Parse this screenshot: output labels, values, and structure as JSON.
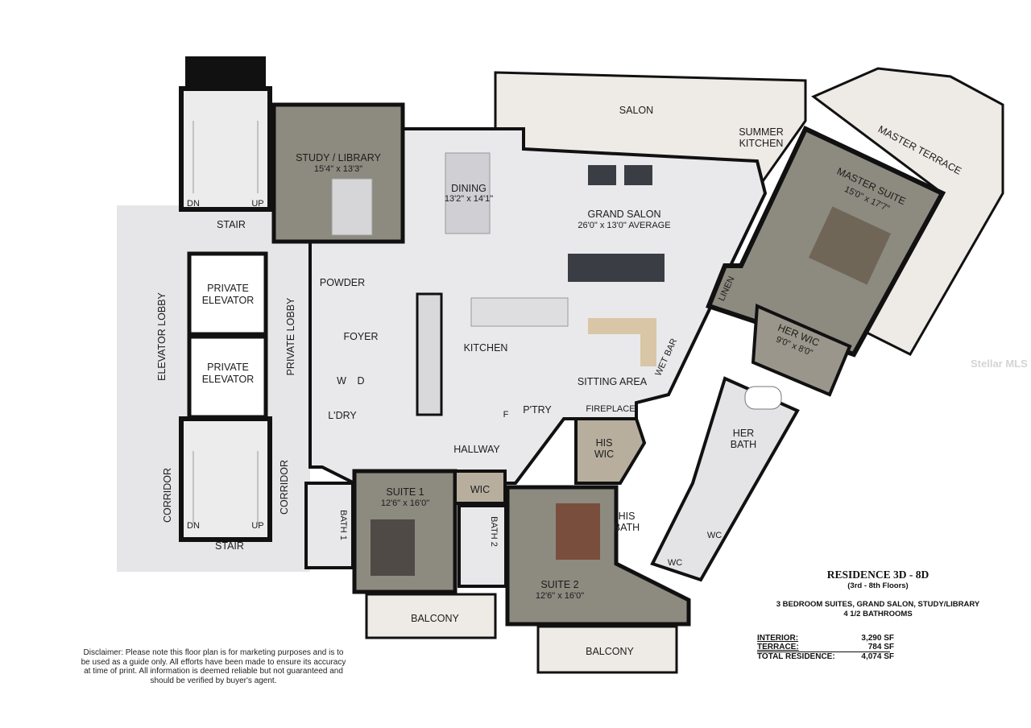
{
  "rooms": {
    "salon": "SALON",
    "summer_kitchen_1": "SUMMER",
    "summer_kitchen_2": "KITCHEN",
    "master_terrace": "MASTER TERRACE",
    "master_suite": {
      "name": "MASTER SUITE",
      "dim": "15'0\" x 17'7\""
    },
    "study": {
      "name": "STUDY / LIBRARY",
      "dim": "15'4\" x 13'3\""
    },
    "dining": {
      "name": "DINING",
      "dim": "13'2\" x 14'1\""
    },
    "grand_salon": {
      "name": "GRAND SALON",
      "dim": "26'0\" x 13'0\" AVERAGE"
    },
    "stair": "STAIR",
    "stair_dn": "DN",
    "stair_up": "UP",
    "private_elevator_1": "PRIVATE",
    "private_elevator_2": "ELEVATOR",
    "elevator_lobby": "ELEVATOR LOBBY",
    "private_lobby": "PRIVATE LOBBY",
    "powder": "POWDER",
    "foyer": "FOYER",
    "kitchen": "KITCHEN",
    "sitting_area": "SITTING AREA",
    "wet_bar": "WET BAR",
    "linen": "LINEN",
    "her_wic": {
      "name": "HER WIC",
      "dim": "9'0\" x 8'0\""
    },
    "her_bath_1": "HER",
    "her_bath_2": "BATH",
    "washer": "W",
    "dryer": "D",
    "laundry": "L'DRY",
    "fridge": "F",
    "pantry": "P'TRY",
    "fireplace": "FIREPLACE",
    "his_wic_1": "HIS",
    "his_wic_2": "WIC",
    "hallway": "HALLWAY",
    "corridor": "CORRIDOR",
    "suite1": {
      "name": "SUITE 1",
      "dim": "12'6\" x 16'0\""
    },
    "wic": "WIC",
    "bath1": "BATH 1",
    "bath2": "BATH 2",
    "suite2": {
      "name": "SUITE 2",
      "dim": "12'6\" x 16'0\""
    },
    "his_bath_1": "HIS",
    "his_bath_2": "BATH",
    "wc": "WC",
    "balcony": "BALCONY"
  },
  "info": {
    "title": "RESIDENCE 3D - 8D",
    "floors": "(3rd - 8th Floors)",
    "desc1": "3 BEDROOM SUITES, GRAND SALON, STUDY/LIBRARY",
    "desc2": "4 1/2 BATHROOMS",
    "interior_label": "INTERIOR:",
    "interior_value": "3,290 SF",
    "terrace_label": "TERRACE:",
    "terrace_value": "784 SF",
    "total_label": "TOTAL RESIDENCE:",
    "total_value": "4,074 SF"
  },
  "disclaimer": "Disclaimer: Please note this floor plan is for marketing purposes and is to be used as a guide only. All efforts have been made to ensure its accuracy at time of print. All information is deemed reliable but not guaranteed and should be verified by buyer's agent.",
  "watermark": "Stellar MLS",
  "colors": {
    "wall": "#111111",
    "marble": "#e9e9eb",
    "carpet": "#8d8a80",
    "tile": "#eeebe6"
  }
}
